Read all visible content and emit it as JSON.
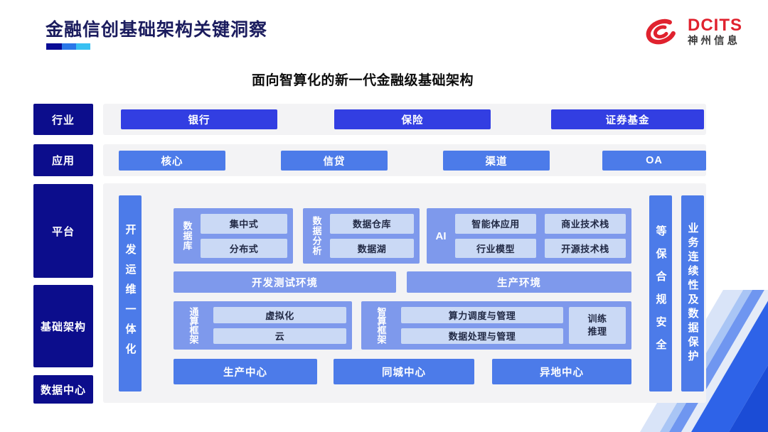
{
  "header": {
    "title": "金融信创基础架构关键洞察",
    "logo": {
      "brand": "DCITS",
      "company": "神州信息"
    }
  },
  "subtitle": "面向智算化的新一代金融级基础架构",
  "rows": {
    "industry": {
      "label": "行业",
      "items": [
        "银行",
        "保险",
        "证券基金"
      ]
    },
    "application": {
      "label": "应用",
      "items": [
        "核心",
        "信贷",
        "渠道",
        "OA"
      ]
    }
  },
  "platform_section": {
    "left_labels": {
      "platform": "平台",
      "infrastructure": "基础架构",
      "datacenter": "数据中心"
    },
    "devops_bar": "开发运维一体化",
    "groups": [
      {
        "label": "数据库",
        "items": [
          "集中式",
          "分布式"
        ]
      },
      {
        "label": "数据分析",
        "items": [
          "数据仓库",
          "数据湖"
        ]
      },
      {
        "label": "AI",
        "items": [
          "智能体应用",
          "商业技术栈",
          "行业模型",
          "开源技术栈"
        ]
      }
    ],
    "environments": [
      "开发测试环境",
      "生产环境"
    ],
    "frameworks": [
      {
        "label": "通算框架",
        "items": [
          "虚拟化",
          "云"
        ]
      },
      {
        "label": "智算框架",
        "items": [
          "算力调度与管理",
          "数据处理与管理"
        ],
        "side": [
          "训练",
          "推理"
        ]
      }
    ],
    "centers": [
      "生产中心",
      "同城中心",
      "异地中心"
    ],
    "right_bars": [
      "等保合规安全",
      "业务连续性及数据保护"
    ]
  },
  "colors": {
    "deep_navy": "#0C0D8C",
    "title_navy": "#1B1C5E",
    "vivid_blue": "#323EE2",
    "mid_blue": "#4C7BE9",
    "periwinkle": "#7E99EC",
    "light_box": "#CAD9F5",
    "tray_gray": "#F3F3F5",
    "brand_red": "#E0222E",
    "underline": [
      "#0A0C96",
      "#2A77E8",
      "#38C0F2"
    ],
    "corner_stripes": [
      "#D9E4F8",
      "#A9C5F5",
      "#6F96F0",
      "#E4EBF8",
      "#2E63E8",
      "#1B4CD6"
    ]
  }
}
